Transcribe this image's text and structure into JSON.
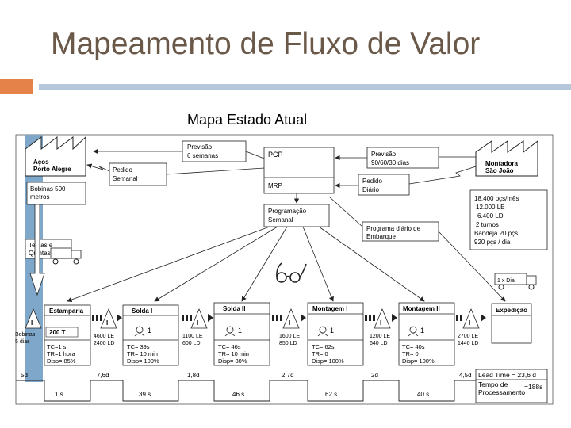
{
  "slide": {
    "title": "Mapeamento de Fluxo de Valor",
    "subtitle": "Mapa Estado Atual"
  },
  "supplier": {
    "line1": "Aços",
    "line2": "Porto Alegre"
  },
  "customer": {
    "line1": "Montadora",
    "line2": "São João"
  },
  "supplier_notes": {
    "bobinas": [
      "Bobinas 500",
      "metros"
    ],
    "delivery": [
      "Terças e",
      "Quintas"
    ]
  },
  "info": {
    "previsao_fornecedor": [
      "Previsão",
      "6 semanas"
    ],
    "pedido_semanal": [
      "Pedido",
      "Semanal"
    ],
    "pcp": "PCP",
    "mrp": "MRP",
    "previsao_cliente": [
      "Previsão",
      "90/60/30 dias"
    ],
    "pedido_diario": [
      "Pedido",
      "Diário"
    ],
    "programacao_semanal": [
      "Programação",
      "Semanal"
    ],
    "programa_diario": [
      "Programa diário de",
      "Embarque"
    ],
    "shipping_frequency": "1 x Dia"
  },
  "customer_demand": [
    "18.400 pçs/mês",
    "12.000 LE",
    "6.400 LD",
    "2 turnos",
    "Bandeja 20 pçs",
    "920 pçs / dia"
  ],
  "inventories": [
    {
      "label": [
        "Bobinas",
        "5 dias"
      ]
    },
    {
      "label": [
        "4600 LE",
        "2400 LD"
      ]
    },
    {
      "label": [
        "1100 LE",
        "600 LD"
      ]
    },
    {
      "label": [
        "1600 LE",
        "850 LD"
      ]
    },
    {
      "label": [
        "1200 LE",
        "640 LD"
      ]
    },
    {
      "label": [
        "2700 LE",
        "1440 LD"
      ]
    }
  ],
  "processes": [
    {
      "name": "Estamparia",
      "badge": "200 T",
      "operators": "",
      "data": [
        "TC=1 s",
        "TR=1 hora",
        "Disp= 85%"
      ]
    },
    {
      "name": "Solda I",
      "badge": "",
      "operators": "1",
      "data": [
        "TC= 39s",
        "TR= 10 min",
        "Disp= 100%"
      ]
    },
    {
      "name": "Solda II",
      "badge": "",
      "operators": "1",
      "data": [
        "TC= 46s",
        "TR= 10 min",
        "Disp= 80%"
      ]
    },
    {
      "name": "Montagem I",
      "badge": "",
      "operators": "1",
      "data": [
        "TC= 62s",
        "TR= 0",
        "Disp= 100%"
      ]
    },
    {
      "name": "Montagem II",
      "badge": "",
      "operators": "1",
      "data": [
        "TC= 40s",
        "TR= 0",
        "Disp= 100%"
      ]
    },
    {
      "name": "Expedição",
      "badge": "",
      "operators": "",
      "data": []
    }
  ],
  "timeline": {
    "waiting": [
      "5d",
      "7,6d",
      "1,8d",
      "2,7d",
      "2d",
      "4,5d"
    ],
    "processing": [
      "1 s",
      "39 s",
      "46 s",
      "62 s",
      "40 s"
    ],
    "lead_time": "Lead Time = 23,6 d",
    "processing_time": [
      "Tempo de",
      "Processamento",
      "=188s"
    ]
  },
  "icons": {
    "eyeglasses": "eyeglasses-icon",
    "truck": "truck-icon",
    "factory": "factory-icon",
    "inventory": "inventory-triangle-icon",
    "operator": "operator-icon"
  },
  "colors": {
    "title": "#6a5848",
    "accent_orange": "#e4824a",
    "accent_blue": "#b7c7db",
    "left_band": "#7fa7c9",
    "line": "#222222"
  }
}
